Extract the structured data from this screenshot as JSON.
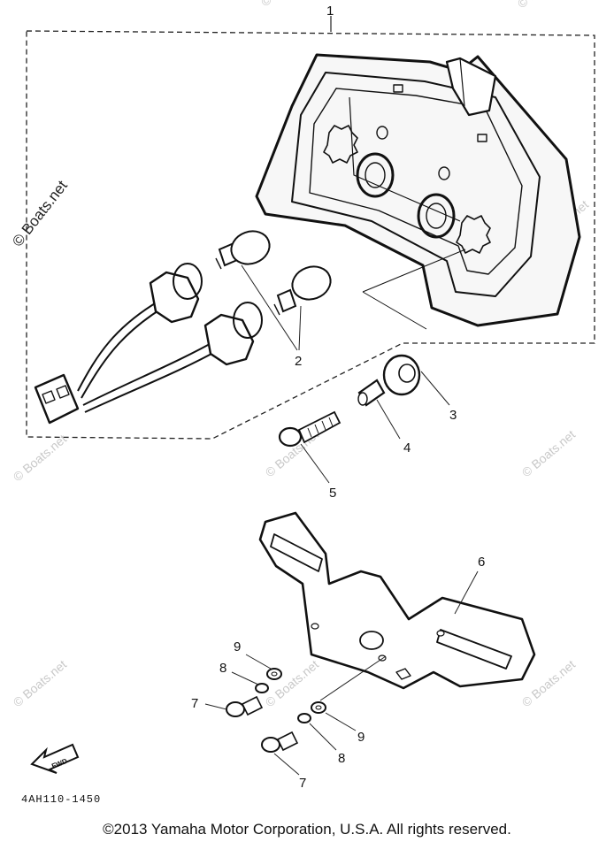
{
  "watermark": {
    "brand_text": "© Boats.net",
    "tile_text": "© Boats.net"
  },
  "callouts": {
    "c1": "1",
    "c2": "2",
    "c3": "3",
    "c4": "4",
    "c5": "5",
    "c6": "6",
    "c7a": "7",
    "c7b": "7",
    "c8a": "8",
    "c8b": "8",
    "c9a": "9",
    "c9b": "9"
  },
  "fwd_label": "FWD",
  "part_code": "4AH110-1450",
  "copyright": "©2013 Yamaha Motor Corporation, U.S.A. All rights reserved."
}
